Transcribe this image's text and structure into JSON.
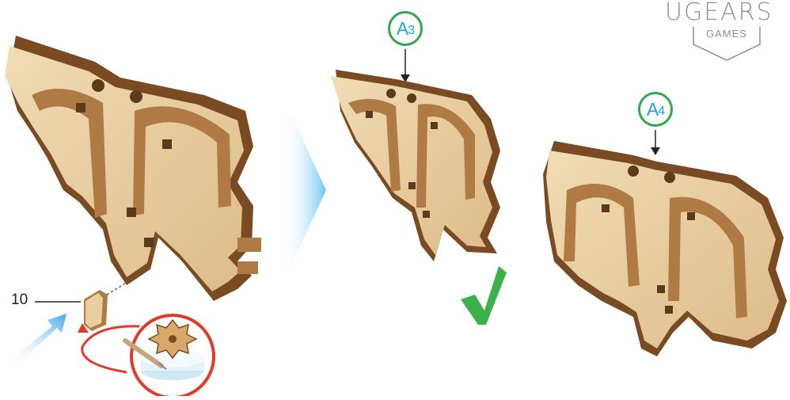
{
  "logo": {
    "brand": "UGEARS",
    "sub": "GAMES"
  },
  "part_number": "10",
  "badges": {
    "a3": {
      "letter": "A",
      "number": "3"
    },
    "a4": {
      "letter": "A",
      "number": "4"
    }
  },
  "colors": {
    "wood": "#e9cfa0",
    "wood_dark": "#b07a45",
    "wood_edge": "#7a4a22",
    "badge_ring": "#2fa84f",
    "badge_text": "#1da1e2",
    "check": "#3cb04a",
    "arrow_blue": "#4cb7ef",
    "rotate_arrow": "#e03a2a",
    "logo_gray": "#8a8f94"
  },
  "icons": {
    "tool": "knife-on-block-icon",
    "gear": "gear-icon",
    "check": "checkmark-icon",
    "push": "blue-arrow-icon",
    "next": "blue-chevron-icon"
  }
}
